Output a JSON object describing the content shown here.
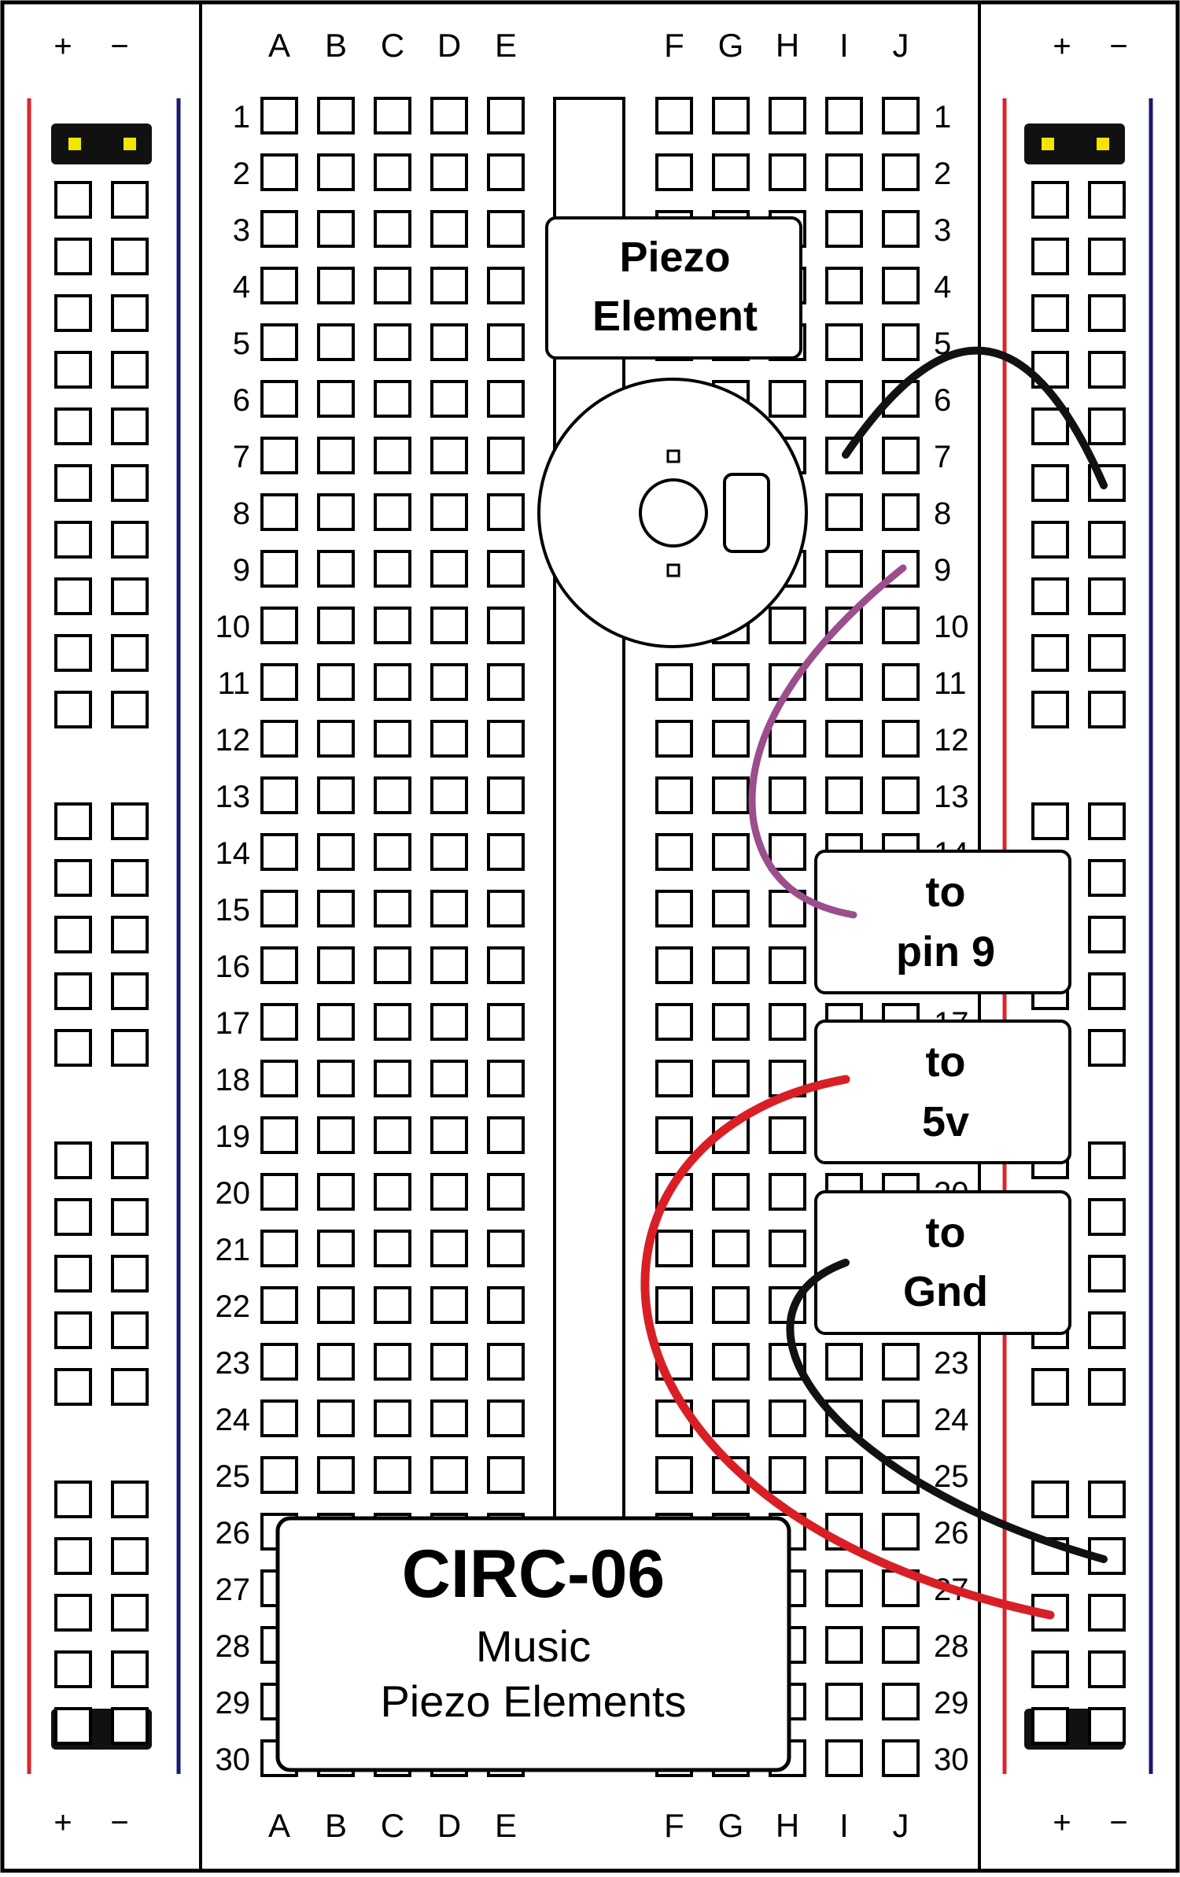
{
  "board": {
    "columns_left": [
      "A",
      "B",
      "C",
      "D",
      "E"
    ],
    "columns_right": [
      "F",
      "G",
      "H",
      "I",
      "J"
    ],
    "rows": [
      "1",
      "2",
      "3",
      "4",
      "5",
      "6",
      "7",
      "8",
      "9",
      "10",
      "11",
      "12",
      "13",
      "14",
      "15",
      "16",
      "17",
      "18",
      "19",
      "20",
      "21",
      "22",
      "23",
      "24",
      "25",
      "26",
      "27",
      "28",
      "29",
      "30"
    ],
    "rail_plus": "+",
    "rail_minus": "−"
  },
  "labels": {
    "piezo_line1": "Piezo",
    "piezo_line2": "Element",
    "pin9_line1": "to",
    "pin9_line2": "pin 9",
    "v5_line1": "to",
    "v5_line2": "5v",
    "gnd_line1": "to",
    "gnd_line2": "Gnd"
  },
  "title_card": {
    "title": "CIRC-06",
    "line1": "Music",
    "line2": "Piezo Elements"
  },
  "colors": {
    "rail_red": "#d9262b",
    "rail_blue": "#1a1870",
    "wire_black": "#111111",
    "wire_purple": "#9b4d8c",
    "wire_red": "#d81f26",
    "header_yellow": "#f2e600"
  }
}
